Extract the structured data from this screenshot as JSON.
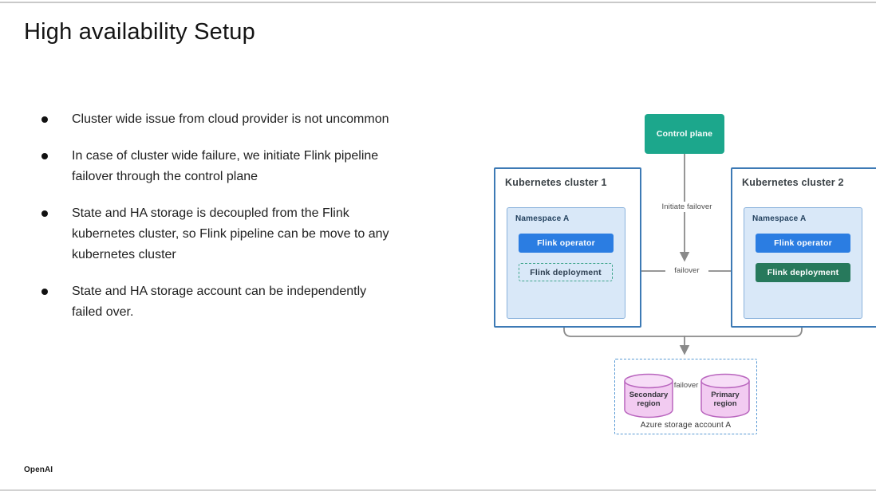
{
  "slide": {
    "title": "High availability Setup",
    "footer_logo": "OpenAI",
    "bullets": [
      {
        "lines": [
          "Cluster wide issue from cloud provider is not uncommon"
        ]
      },
      {
        "lines": [
          "In case of cluster wide failure, we initiate Flink pipeline",
          "failover through the control plane"
        ]
      },
      {
        "lines": [
          "State and HA storage is decoupled from the Flink",
          "kubernetes cluster, so Flink pipeline can be move to any",
          "kubernetes cluster"
        ]
      },
      {
        "lines": [
          "State and HA storage account can be independently",
          "failed over."
        ]
      }
    ]
  },
  "diagram": {
    "control_plane_label": "Control plane",
    "initiate_failover_label": "Initiate failover",
    "failover_label": "failover",
    "clusters": [
      {
        "title": "Kubernetes cluster 1",
        "namespace_label": "Namespace A",
        "operator_label": "Flink operator",
        "deployment_label": "Flink deployment",
        "deployment_style": "dashed-outline"
      },
      {
        "title": "Kubernetes cluster 2",
        "namespace_label": "Namespace A",
        "operator_label": "Flink operator",
        "deployment_label": "Flink deployment",
        "deployment_style": "solid-green"
      }
    ],
    "storage": {
      "secondary_label": "Secondary region",
      "primary_label": "Primary region",
      "failover_label": "failover",
      "caption": "Azure storage account A"
    },
    "colors": {
      "control_plane_teal": "#1ca78c",
      "operator_blue": "#2b7de2",
      "deployment_green": "#27795c",
      "namespace_fill": "#d9e8f8",
      "namespace_border": "#8ab2dc",
      "cluster_border": "#3d7ab5",
      "dashed_deployment_teal": "#3fa58c",
      "storage_dashed_border": "#5b9bd5",
      "cylinder_fill": "#f2cbf1",
      "cylinder_top_fill": "#f7ddf7",
      "cylinder_border": "#b965be",
      "arrow_gray": "#8a8a8a"
    }
  }
}
